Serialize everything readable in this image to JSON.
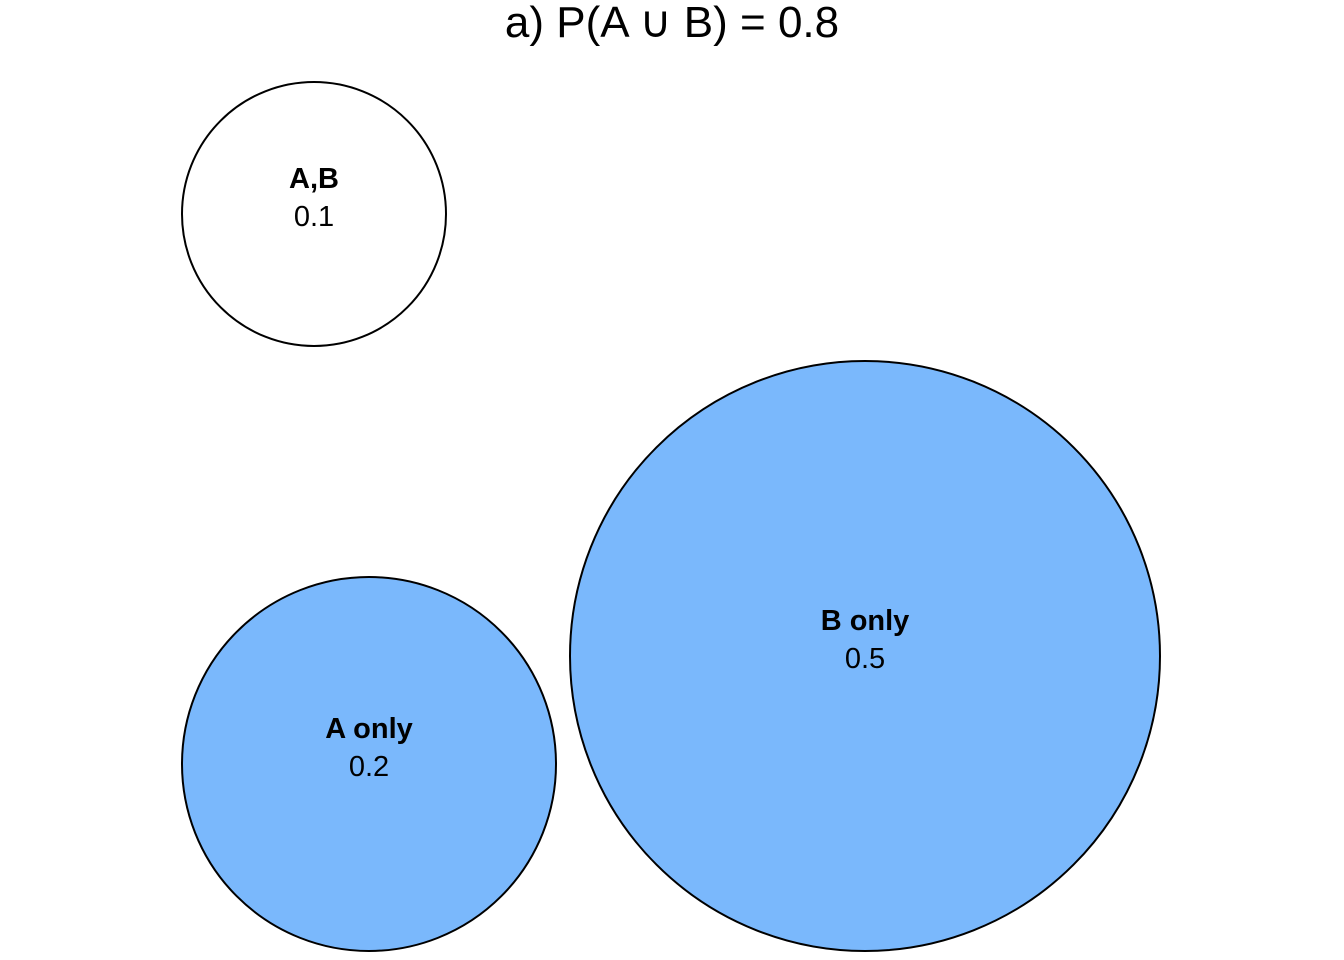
{
  "title": "a) P(A ∪ B) = 0.8",
  "colors": {
    "highlight": "#7ab8fc",
    "plain": "#ffffff",
    "stroke": "#000000"
  },
  "regions": [
    {
      "key": "ab",
      "name": "A,B",
      "value_label": "0.1",
      "value": 0.1,
      "highlighted": false
    },
    {
      "key": "a_only",
      "name": "A only",
      "value_label": "0.2",
      "value": 0.2,
      "highlighted": true
    },
    {
      "key": "b_only",
      "name": "B only",
      "value_label": "0.5",
      "value": 0.5,
      "highlighted": true
    }
  ]
}
